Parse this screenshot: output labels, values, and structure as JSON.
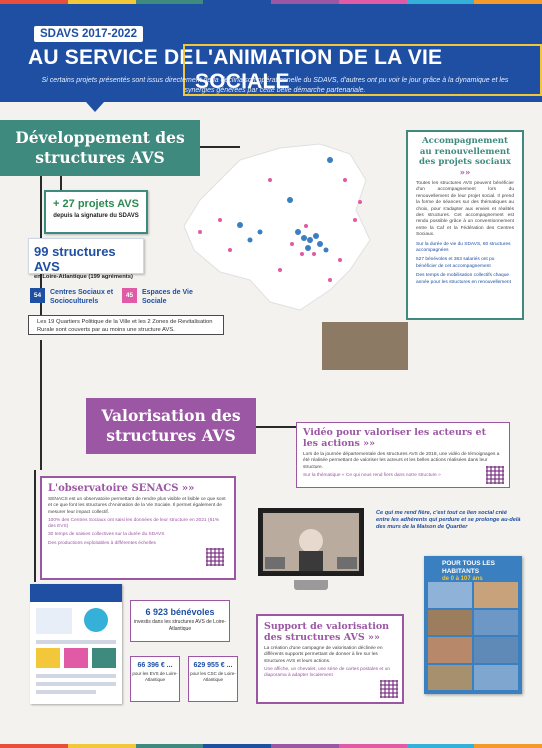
{
  "colors": {
    "brand_blue": "#1f4fa3",
    "teal": "#3e8a7e",
    "purple": "#9b57a3",
    "yellow": "#f2c73a",
    "stripe": [
      "#e84e3c",
      "#f2c73a",
      "#3e8a7e",
      "#1f4fa3",
      "#9b57a3",
      "#e15aa6",
      "#35b0d8",
      "#f39a2b"
    ]
  },
  "header": {
    "year_badge": "SDAVS 2017-2022",
    "title_part1": "AU SERVICE DE",
    "title_part2": "L'ANIMATION DE LA VIE SOCIALE",
    "subtitle": "Si certains projets présentés sont issus directement de la déclinaison opérationnelle du SDAVS, d'autres ont pu voir le jour grâce à la dynamique et les synergies générées par cette belle démarche partenariale."
  },
  "section1": {
    "title": "Développement des structures AVS",
    "stat_new": {
      "value": "+ 27 projets AVS",
      "label": "depuis la signature du SDAVS"
    },
    "stat_total": {
      "value": "99 structures AVS",
      "label": "en Loire-Atlantique (199 agréments)"
    },
    "badge_centres": {
      "value": "54",
      "label": "Centres Sociaux et Socioculturels"
    },
    "badge_espaces": {
      "value": "45",
      "label": "Espaces de Vie Sociale"
    },
    "zones_text": "Les 19 Quartiers Politique de la Ville et les 2 Zones de Revitalisation Rurale sont couverts par au moins une structure AVS.",
    "map_icon": "loire-atlantique-map"
  },
  "accompagnement": {
    "title": "Accompagnement au renouvellement des projets sociaux",
    "arrow": "»»",
    "body": "Toutes les structures AVS peuvent bénéficier d'un accompagnement lors du renouvellement de leur projet social. Il prend la forme de séances sur des thématiques au choix, pour s'adapter aux envies et réalités des structures. Cet accompagnement est rendu possible grâce à un conventionnement entre la Caf et la Fédération des Centres Sociaux.",
    "bullets": [
      "Sur la durée de vie du SDAVS, 60 structures accompagnées",
      "527 bénévoles et 363 salariés ont pu bénéficier de cet accompagnement",
      "Des temps de mobilisation collectifs chaque année pour les structures en renouvellement"
    ]
  },
  "section2": {
    "title": "Valorisation des structures AVS"
  },
  "video": {
    "title": "Vidéo pour valoriser les acteurs et les actions",
    "arrow": "»»",
    "body": "Lors de la journée départementale des structures AVS de 2018, une vidéo de témoignages a été réalisée permettant de valoriser les acteurs et les belles actions réalisées dans leur structure.",
    "link": "Sur la thématique « Ce qui nous rend fiers dans notre structure »"
  },
  "senacs": {
    "title": "L'observatoire SENACS",
    "arrow": "»»",
    "body": "SENACS est un observatoire permettant de rendre plus visible et lisible ce que sont et ce que font les structures d'Animation de la Vie Sociale. Il permet également de mesurer leur impact collectif.",
    "bullets": [
      "100% des Centres Sociaux ont saisi les données de leur structure en 2021 (61% des EVS)",
      "30 temps de saisies collectives sur la durée du SDAVS",
      "Des productions exploitables à différentes échelles"
    ]
  },
  "quote": "Ce qui me rend fière, c'est tout ce lien social créé entre les adhérents qui perdure et se prolonge au-delà des murs de la Maison de Quartier",
  "benevoles": {
    "value": "6 923 bénévoles",
    "label": "investis dans les structures AVS de Loire-Atlantique"
  },
  "euro_evs": {
    "value": "66 396 € ...",
    "label": "pour les EVS de Loire-Atlantique"
  },
  "euro_csc": {
    "value": "629 955 € ...",
    "label": "pour les CSC de Loire-Atlantique"
  },
  "support": {
    "title": "Support de valorisation des structures AVS",
    "arrow": "»»",
    "body": "La création d'une campagne de valorisation déclinée en différents supports permettant de donner à lire sur les structures AVS et leurs actions.",
    "bullet": "Une affiche, un chevalet, une série de cartes postales et un diaporama à adapter localement"
  },
  "poster": {
    "title": "POUR TOUS LES HABITANTS",
    "years": "de 0 à 107 ans"
  }
}
